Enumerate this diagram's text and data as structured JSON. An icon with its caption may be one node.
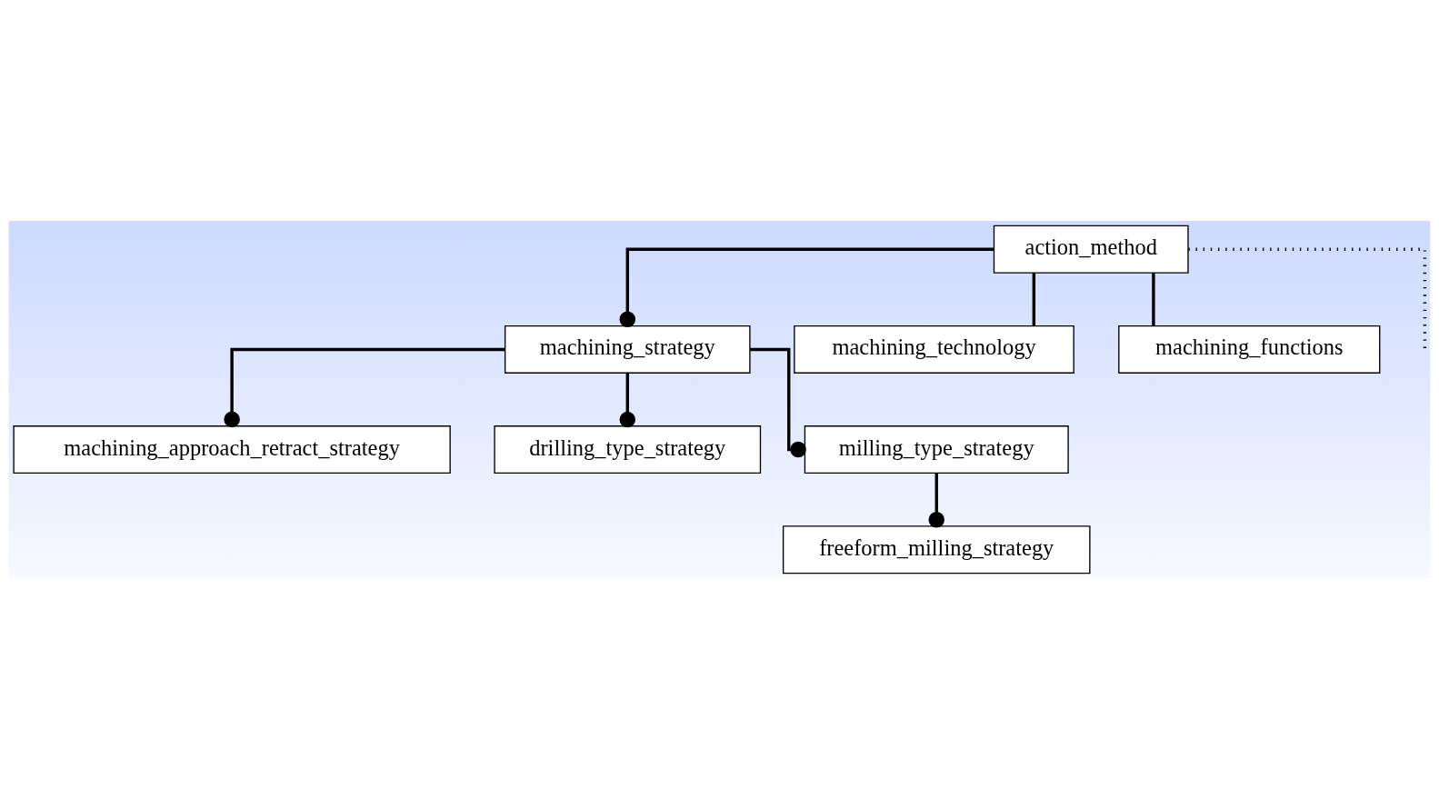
{
  "diagram": {
    "nodes": [
      {
        "text": [
          "action_method"
        ]
      },
      {
        "text": [
          "machining_strategy"
        ]
      },
      {
        "text": [
          "machining_technology"
        ]
      },
      {
        "text": [
          "machining_functions"
        ]
      },
      {
        "text": [
          "machining_approach_retract_strategy"
        ]
      },
      {
        "text": [
          "drilling_type_strategy"
        ]
      },
      {
        "text": [
          "milling_type_strategy"
        ]
      },
      {
        "text": [
          "freeform_milling_strategy"
        ]
      }
    ],
    "edges": [
      {
        "from": 0,
        "to": 1,
        "arrow": "other"
      },
      {
        "from": 0,
        "to": 2,
        "arrow": "none"
      },
      {
        "from": 0,
        "to": 3,
        "arrow": "none"
      },
      {
        "from": 0,
        "to": null,
        "arrow": "none",
        "style": "dashed"
      },
      {
        "from": 1,
        "to": 4,
        "arrow": "other"
      },
      {
        "from": 1,
        "to": 5,
        "arrow": "other"
      },
      {
        "from": 1,
        "to": 6,
        "arrow": "other"
      },
      {
        "from": 6,
        "to": 7,
        "arrow": "other"
      }
    ]
  }
}
